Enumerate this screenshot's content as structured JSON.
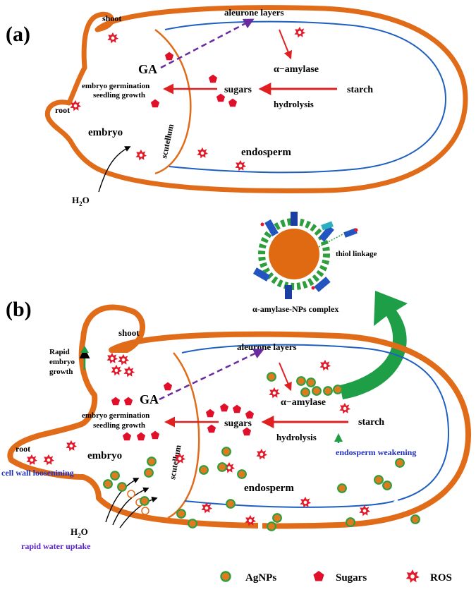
{
  "panel_a": {
    "label": "(a)",
    "shoot": "shoot",
    "root": "root",
    "embryo": "embryo",
    "scutellum": "scutellum",
    "aleurone": "aleurone layers",
    "ga": "GA",
    "amylase": "α−amylase",
    "germination_line1": "embryo germination",
    "germination_line2": "seedling growth",
    "sugars": "sugars",
    "starch": "starch",
    "hydrolysis": "hydrolysis",
    "endosperm": "endosperm",
    "water": "H",
    "water_sub": "2",
    "water_o": "O"
  },
  "complex": {
    "thiol": "thiol linkage",
    "label": "α-amylase-NPs complex"
  },
  "panel_b": {
    "label": "(b)",
    "shoot": "shoot",
    "root": "root",
    "embryo": "embryo",
    "scutellum": "scutellum",
    "rapid_line1": "Rapid",
    "rapid_line2": "embryo",
    "rapid_line3": "growth",
    "aleurone": "aleurone layers",
    "ga": "GA",
    "amylase": "α−amylase",
    "germination_line1": "embryo germination",
    "germination_line2": "seedling growth",
    "sugars": "sugars",
    "starch": "starch",
    "hydrolysis": "hydrolysis",
    "endosperm_weakening": "endosperm weakening",
    "cell_wall": "cell wall loosenining",
    "endosperm": "endosperm",
    "water": "H",
    "water_sub": "2",
    "water_o": "O",
    "water_uptake": "rapid water uptake"
  },
  "legend": {
    "agnps": "AgNPs",
    "sugars": "Sugars",
    "ros": "ROS"
  },
  "colors": {
    "seed_outline": "#e06c1a",
    "inner_line": "#1f5fc0",
    "arrow_red": "#e02020",
    "arrow_purple": "#6a2aa0",
    "ros": "#e21b2a",
    "sugar": "#e0102a",
    "agnp_fill": "#e07a20",
    "agnp_ring": "#2f9e3c",
    "green_arrow": "#1e9e46",
    "blue_text": "#2030c0"
  }
}
